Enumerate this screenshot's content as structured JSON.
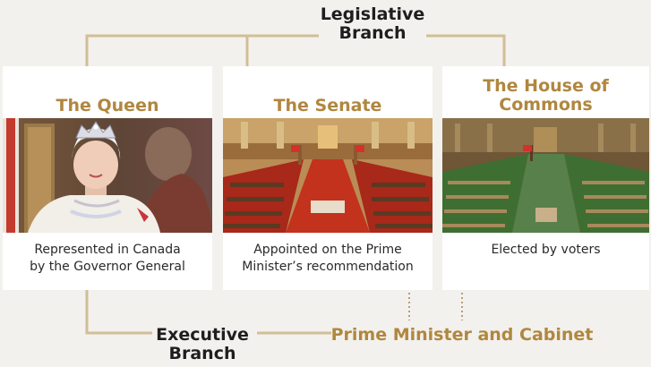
{
  "legislative_branch": {
    "line1": "Legislative",
    "line2": "Branch"
  },
  "executive_branch": {
    "line1": "Executive",
    "line2": "Branch"
  },
  "prime_minister_cabinet": "Prime Minister and Cabinet",
  "cards": [
    {
      "title": "The Queen",
      "description": [
        "Represented in Canada",
        "by the Governor General"
      ],
      "photo": "queen-portrait"
    },
    {
      "title": "The Senate",
      "description": [
        "Appointed on the Prime",
        "Minister’s recommendation"
      ],
      "photo": "senate-chamber"
    },
    {
      "title_line1": "The House of",
      "title_line2": "Commons",
      "description": [
        "Elected by voters"
      ],
      "photo": "house-of-commons-chamber"
    }
  ],
  "colors": {
    "gold": "#b0873f",
    "line": "#d2be96",
    "background": "#f3f1ee",
    "text": "#1e1e1e",
    "senate_red": "#c2321c",
    "commons_green": "#3f6e32"
  }
}
